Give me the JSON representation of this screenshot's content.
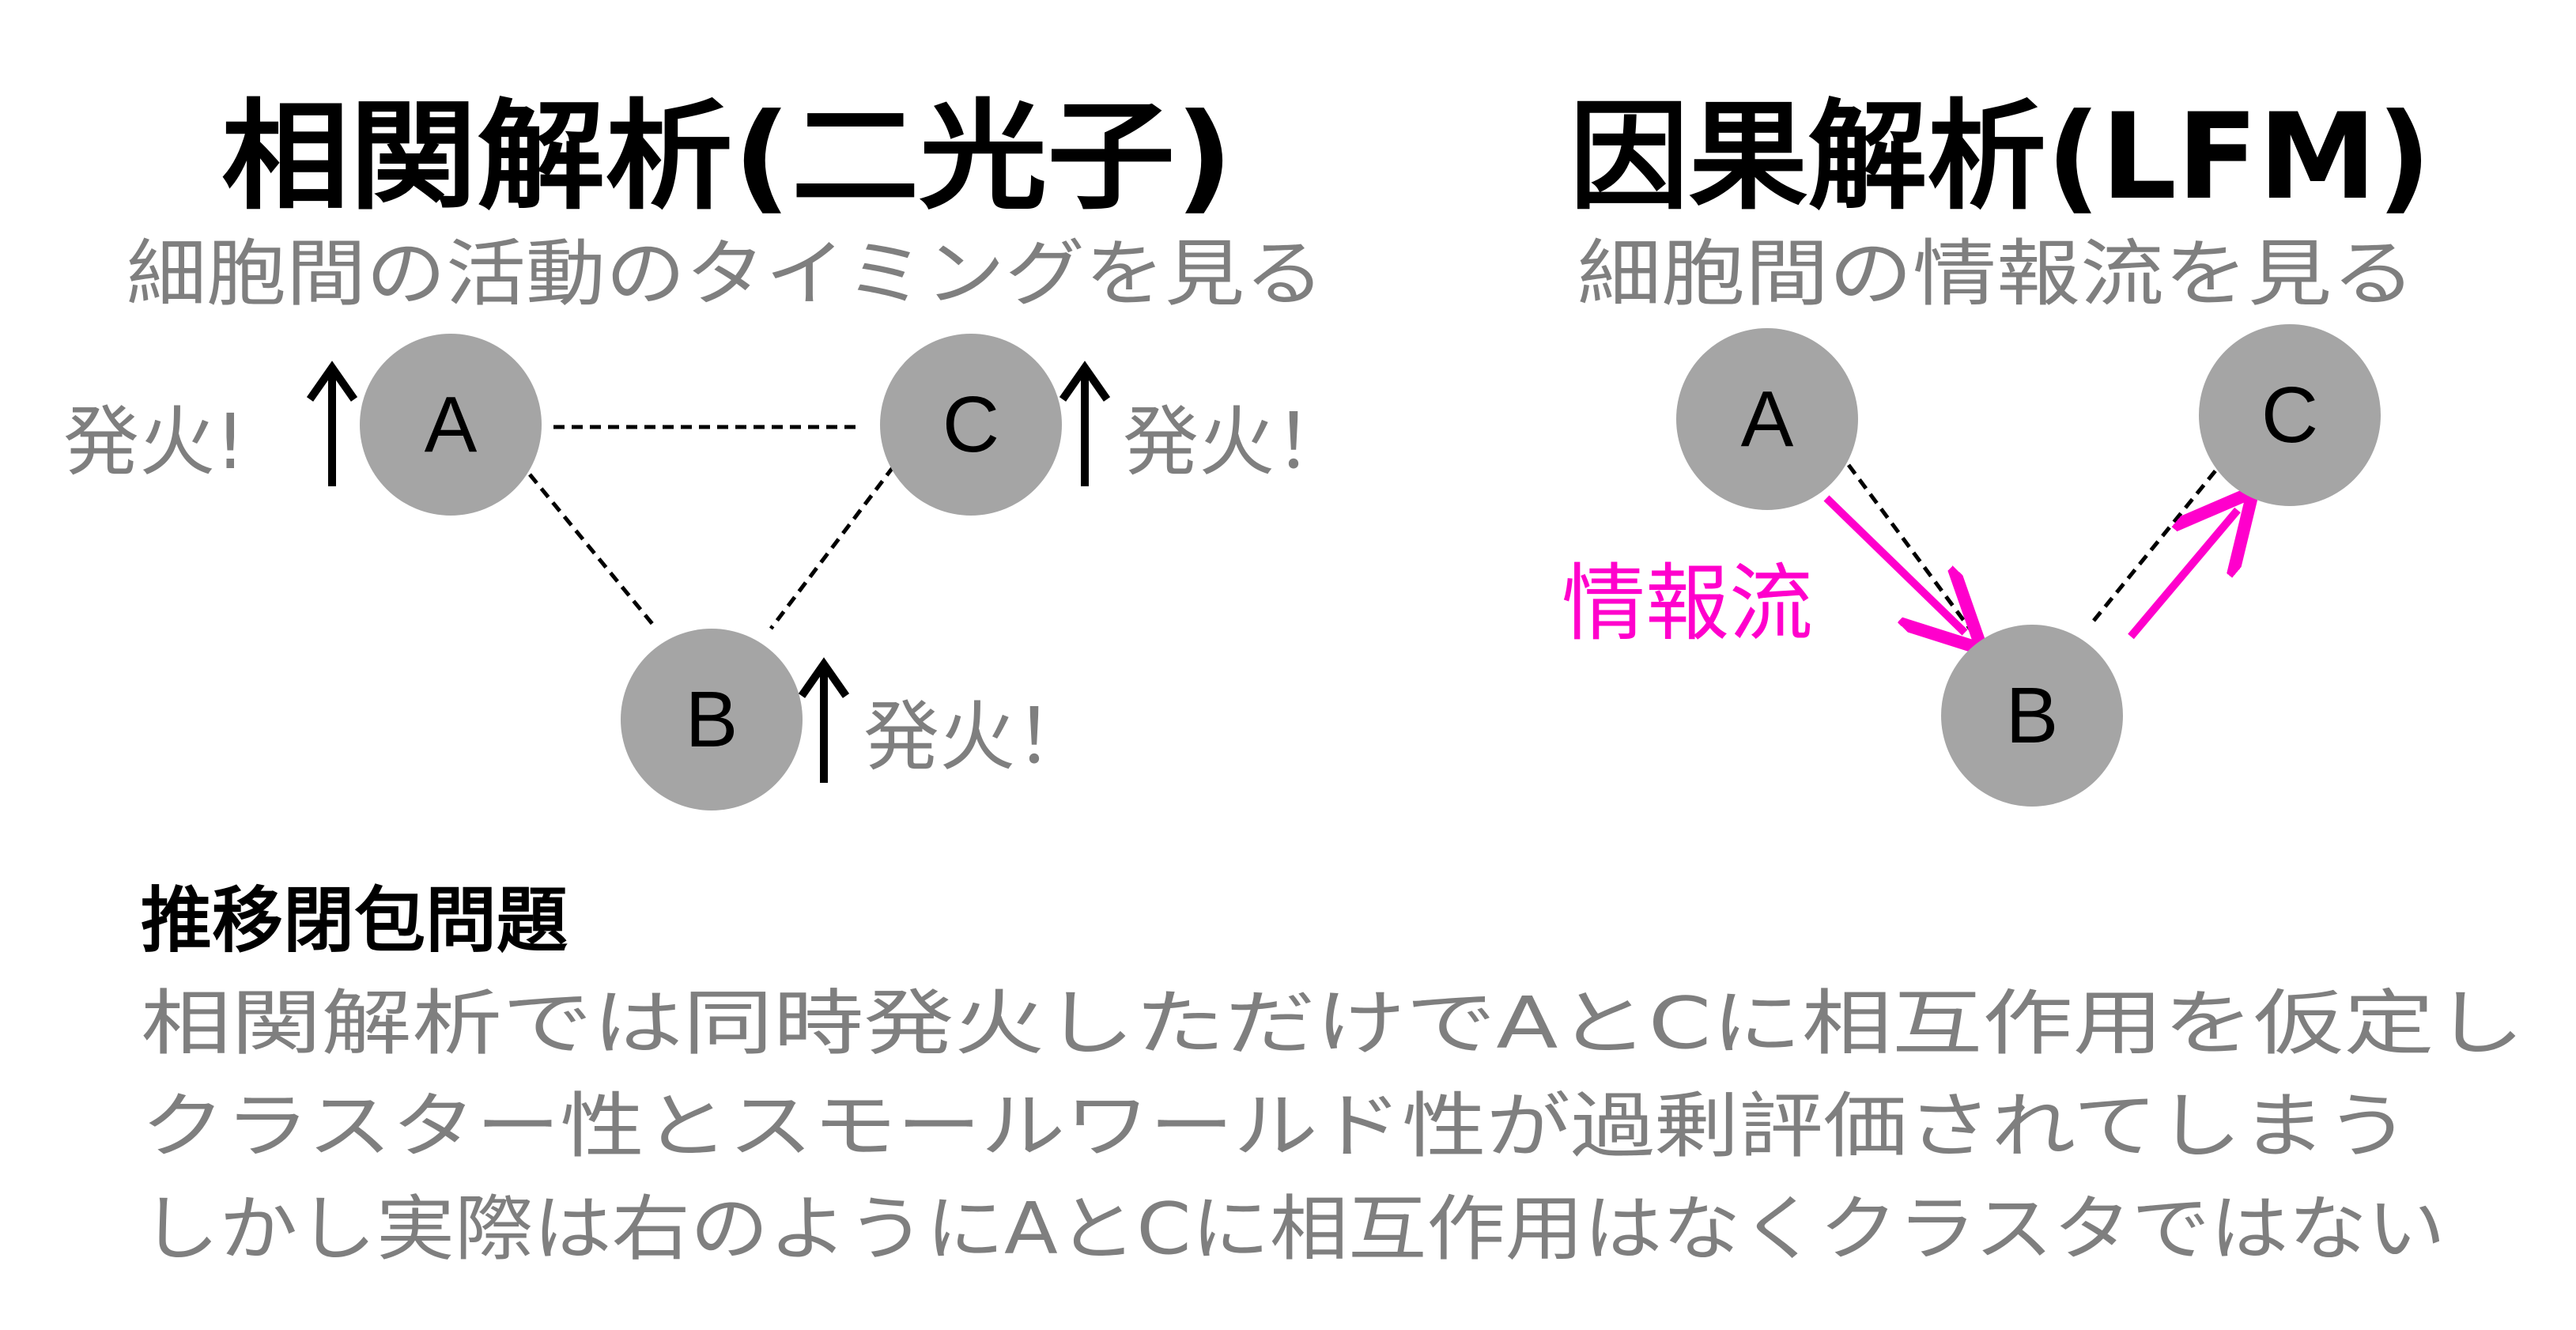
{
  "left": {
    "title": "相関解析(二光子)",
    "subtitle": "細胞間の活動のタイミングを見る",
    "nodes": {
      "a": "A",
      "b": "B",
      "c": "C"
    },
    "fire_a": "発火!",
    "fire_c": "発火！",
    "fire_b": "発火！"
  },
  "right": {
    "title": "因果解析(LFM)",
    "subtitle": "細胞間の情報流を見る",
    "nodes": {
      "a": "A",
      "b": "B",
      "c": "C"
    },
    "flow_label": "情報流"
  },
  "problem": {
    "title": "推移閉包問題",
    "lines": [
      "相関解析では同時発火しただけでAとCに相互作用を仮定し",
      "クラスター性とスモールワールド性が過剰評価されてしまう",
      "しかし実際は右のようにAとCに相互作用はなくクラスタではない"
    ]
  },
  "colors": {
    "node_fill": "#a5a5a5",
    "muted_text": "#7f7f7f",
    "flow_accent": "#ff00cc",
    "ink": "#000000"
  }
}
